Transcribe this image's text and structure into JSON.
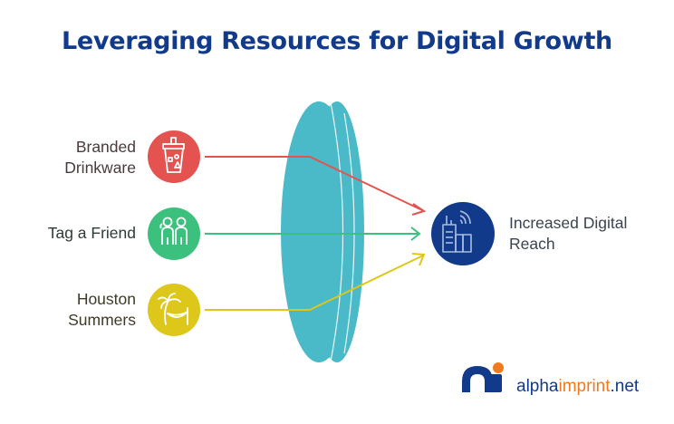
{
  "title": "Leveraging Resources for Digital Growth",
  "inputs": [
    {
      "label_line1": "Branded",
      "label_line2": "Drinkware",
      "icon": "drink-cup-icon",
      "color": "#e4534f"
    },
    {
      "label_line1": "Tag a Friend",
      "label_line2": "",
      "icon": "friends-icon",
      "color": "#3cc07e"
    },
    {
      "label_line1": "Houston",
      "label_line2": "Summers",
      "icon": "palm-hammock-icon",
      "color": "#dcc71a"
    }
  ],
  "lens": {
    "color": "#4bbac8"
  },
  "output": {
    "label_line1": "Increased Digital",
    "label_line2": "Reach",
    "icon": "city-signal-icon",
    "color": "#123a8a"
  },
  "logo": {
    "prefix": "alpha",
    "accent": "imprint",
    "suffix": ".net",
    "color": "#123a8a",
    "accent_color": "#ef7a1f"
  }
}
